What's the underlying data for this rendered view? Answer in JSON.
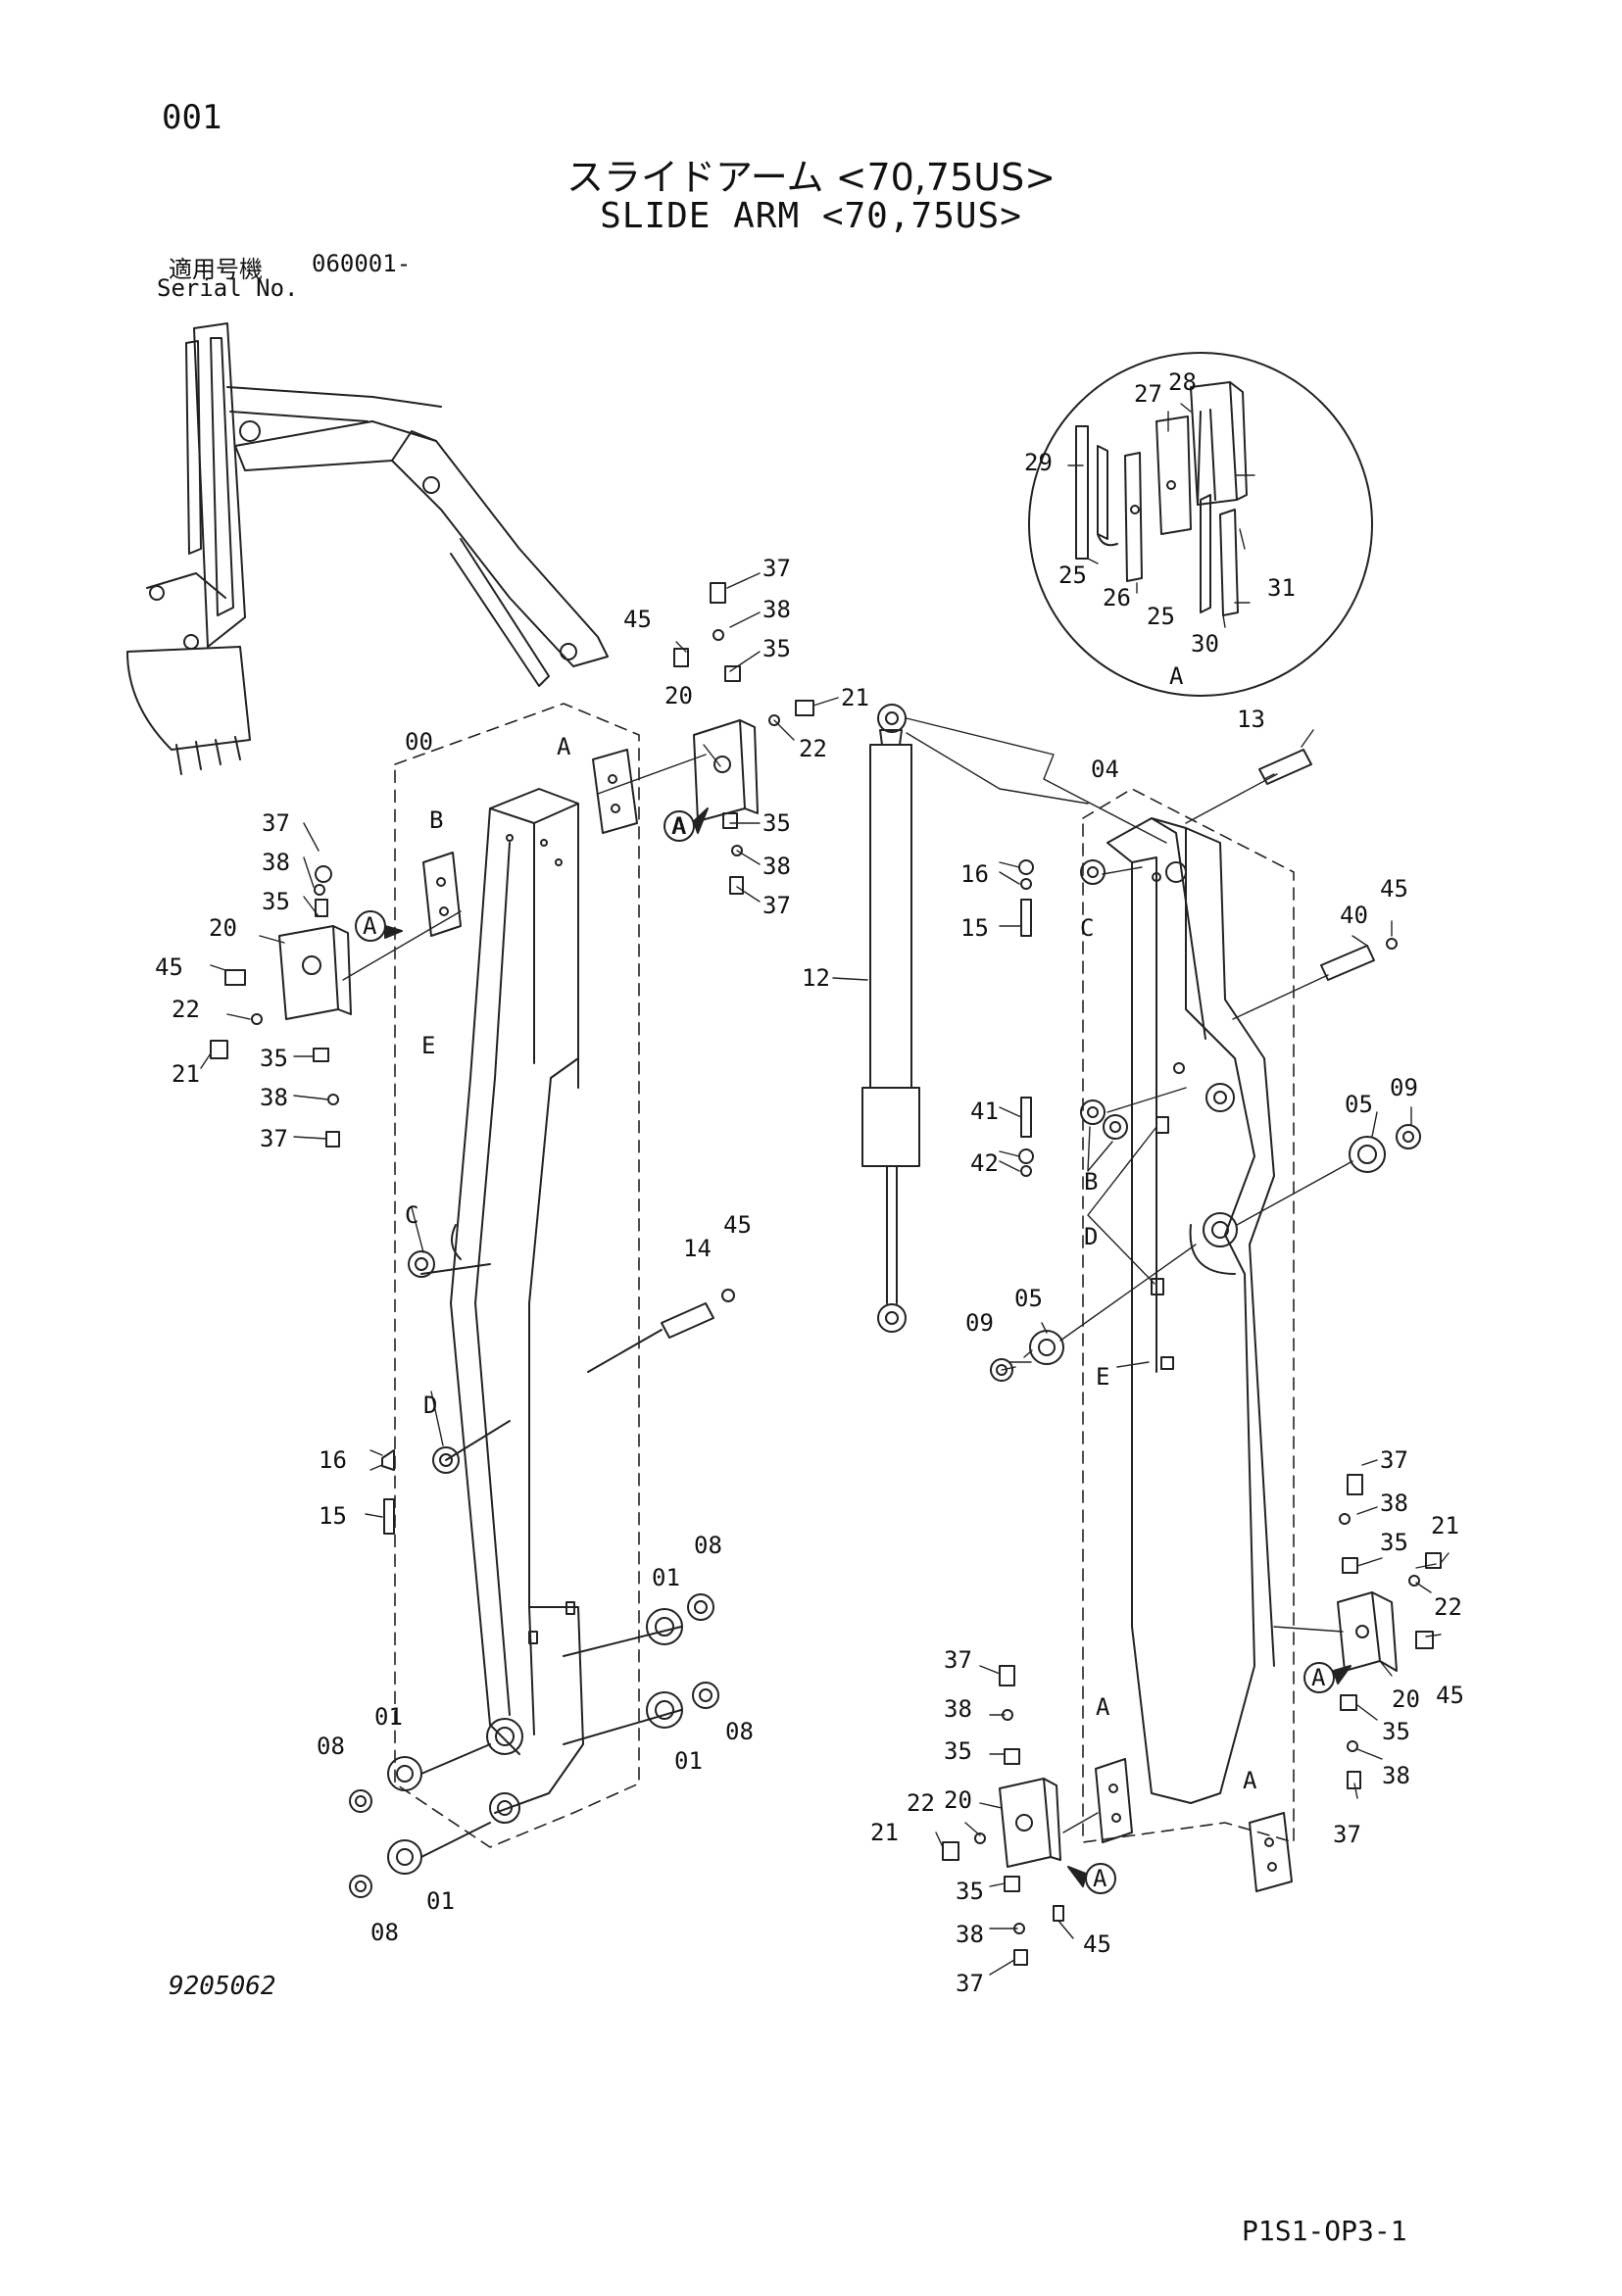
{
  "header": {
    "page_number": "001",
    "title_jp": "スライドアーム <70,75US>",
    "title_en": "SLIDE ARM <70,75US>",
    "serial_label_jp": "適用号機",
    "serial_value": "060001-",
    "serial_label_en": "Serial No."
  },
  "footer": {
    "drawing_number": "9205062",
    "page_code": "P1S1-OP3-1"
  },
  "detail_view": {
    "label": "A",
    "parts": [
      {
        "number": "27"
      },
      {
        "number": "28"
      },
      {
        "number": "29"
      },
      {
        "number": "25"
      },
      {
        "number": "26"
      },
      {
        "number": "25"
      },
      {
        "number": "30"
      },
      {
        "number": "31"
      }
    ]
  },
  "callouts": [
    {
      "label": "37"
    },
    {
      "label": "38"
    },
    {
      "label": "35"
    },
    {
      "label": "45"
    },
    {
      "label": "20"
    },
    {
      "label": "22"
    },
    {
      "label": "21"
    },
    {
      "label": "A"
    },
    {
      "label": "35"
    },
    {
      "label": "38"
    },
    {
      "label": "37"
    },
    {
      "label": "12"
    },
    {
      "label": "13"
    },
    {
      "label": "04"
    },
    {
      "label": "16"
    },
    {
      "label": "15"
    },
    {
      "label": "C"
    },
    {
      "label": "40"
    },
    {
      "label": "45"
    },
    {
      "label": "41"
    },
    {
      "label": "42"
    },
    {
      "label": "B"
    },
    {
      "label": "05"
    },
    {
      "label": "09"
    },
    {
      "label": "D"
    },
    {
      "label": "09"
    },
    {
      "label": "05"
    },
    {
      "label": "E"
    },
    {
      "label": "00"
    },
    {
      "label": "A"
    },
    {
      "label": "B"
    },
    {
      "label": "37"
    },
    {
      "label": "38"
    },
    {
      "label": "35"
    },
    {
      "label": "20"
    },
    {
      "label": "45"
    },
    {
      "label": "22"
    },
    {
      "label": "21"
    },
    {
      "label": "35"
    },
    {
      "label": "38"
    },
    {
      "label": "37"
    },
    {
      "label": "E"
    },
    {
      "label": "C"
    },
    {
      "label": "14"
    },
    {
      "label": "45"
    },
    {
      "label": "D"
    },
    {
      "label": "16"
    },
    {
      "label": "15"
    },
    {
      "label": "01"
    },
    {
      "label": "08"
    },
    {
      "label": "01"
    },
    {
      "label": "08"
    },
    {
      "label": "08"
    },
    {
      "label": "01"
    },
    {
      "label": "08"
    },
    {
      "label": "01"
    },
    {
      "label": "37"
    },
    {
      "label": "38"
    },
    {
      "label": "21"
    },
    {
      "label": "35"
    },
    {
      "label": "22"
    },
    {
      "label": "20"
    },
    {
      "label": "45"
    },
    {
      "label": "35"
    },
    {
      "label": "38"
    },
    {
      "label": "37"
    },
    {
      "label": "37"
    },
    {
      "label": "38"
    },
    {
      "label": "35"
    },
    {
      "label": "A"
    },
    {
      "label": "20"
    },
    {
      "label": "22"
    },
    {
      "label": "21"
    },
    {
      "label": "A"
    },
    {
      "label": "35"
    },
    {
      "label": "38"
    },
    {
      "label": "45"
    },
    {
      "label": "37"
    }
  ],
  "detail_markers": [
    {
      "label": "A"
    },
    {
      "label": "A"
    },
    {
      "label": "A"
    },
    {
      "label": "A"
    }
  ]
}
